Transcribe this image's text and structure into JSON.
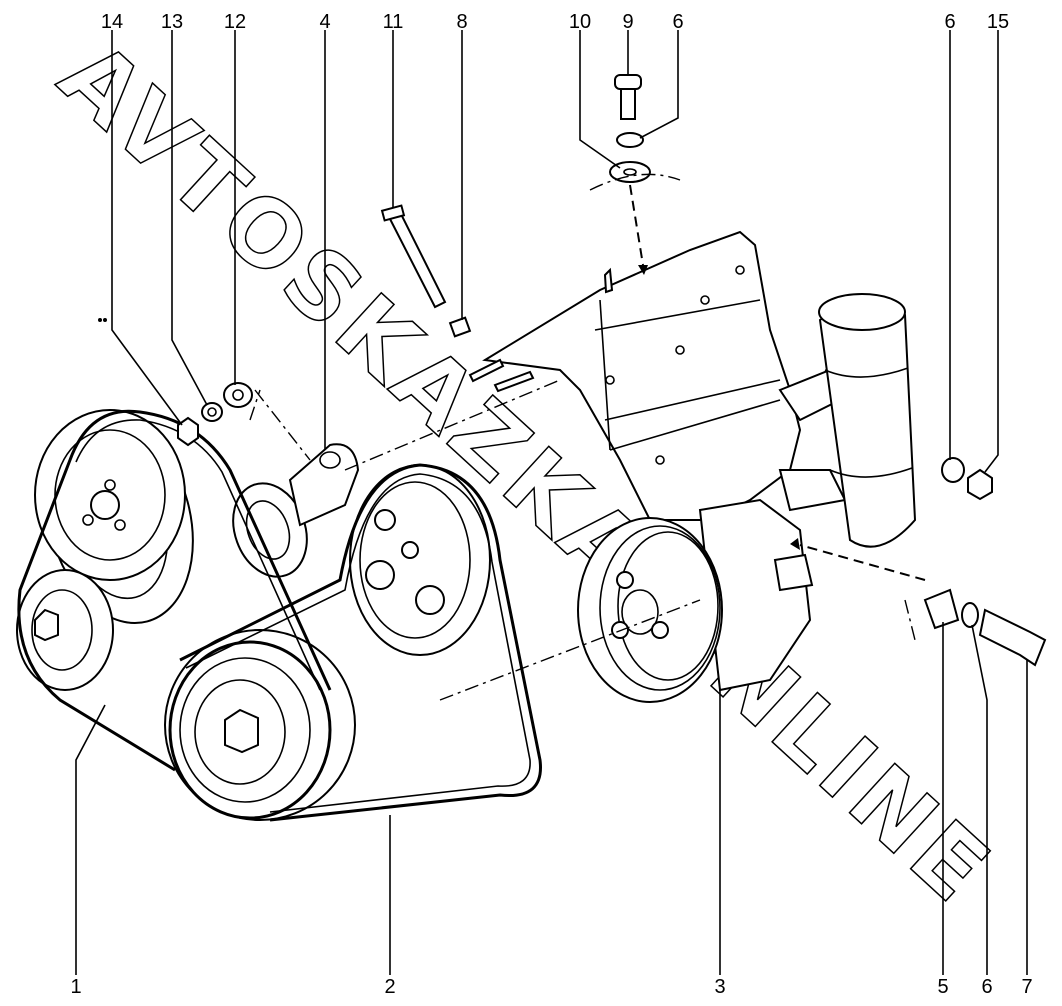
{
  "diagram": {
    "watermark": "AVTOSKAZKA.ONLINE",
    "top_callouts": [
      "14",
      "13",
      "12",
      "4",
      "11",
      "8",
      "10",
      "9",
      "6",
      "6",
      "15"
    ],
    "bottom_callouts": [
      "1",
      "2",
      "3",
      "5",
      "6",
      "7"
    ]
  }
}
